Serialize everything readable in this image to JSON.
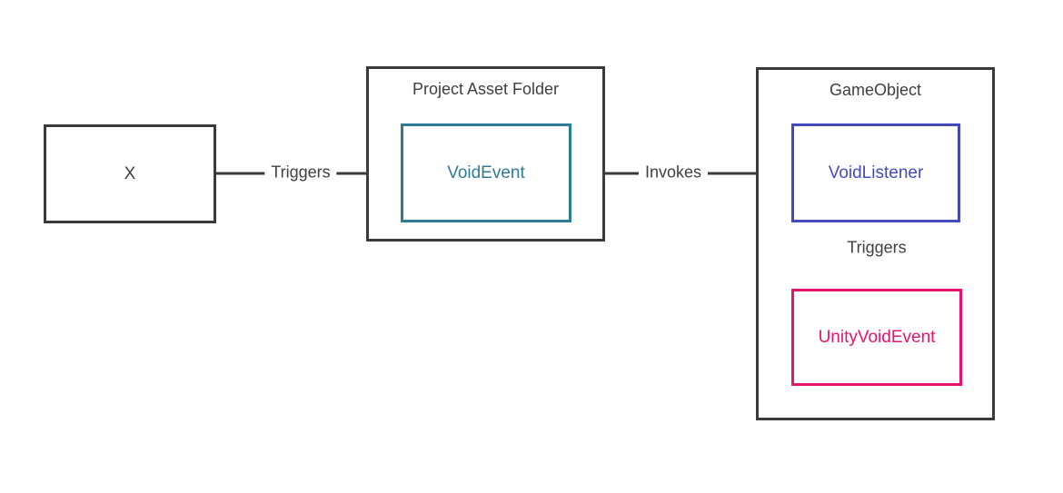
{
  "diagram": {
    "background_color": "#ffffff",
    "stroke_color": "#3a3a3a",
    "text_color": "#3f3f3f",
    "nodes": {
      "x_box": {
        "label": "X"
      },
      "void_event": {
        "label": "VoidEvent",
        "color": "#2d7c94"
      },
      "void_listener": {
        "label": "VoidListener",
        "color": "#444abc"
      },
      "unity_void_event": {
        "label": "UnityVoidEvent",
        "color": "#e5146f"
      }
    },
    "containers": {
      "project_asset_folder": {
        "label": "Project Asset Folder"
      },
      "game_object": {
        "label": "GameObject"
      }
    },
    "edges": {
      "triggers_1": {
        "label": "Triggers",
        "from": "X",
        "to": "VoidEvent"
      },
      "invokes": {
        "label": "Invokes",
        "from": "VoidEvent",
        "to": "VoidListener"
      },
      "triggers_2": {
        "label": "Triggers",
        "from": "VoidListener",
        "to": "UnityVoidEvent"
      }
    }
  }
}
